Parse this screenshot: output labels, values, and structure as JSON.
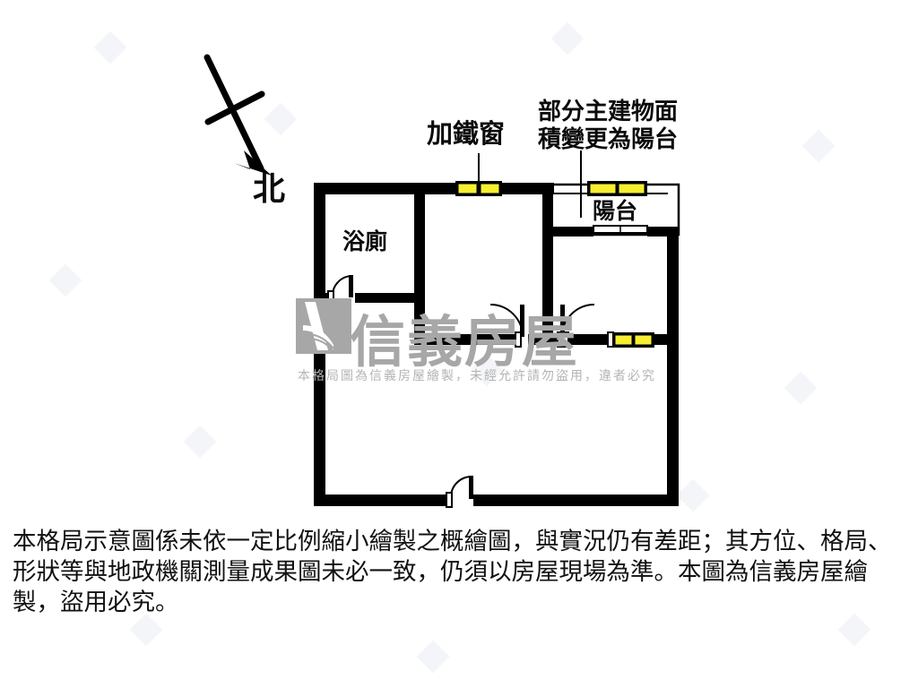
{
  "document": {
    "type": "residential-floor-plan",
    "orientation_marker": "北"
  },
  "compass": {
    "label": "北",
    "icon": "north-arrow-icon"
  },
  "annotations": {
    "iron_window": "加鐵窗",
    "balcony_conversion_note": "部分主建物面\n積變更為陽台"
  },
  "rooms": [
    {
      "name": "浴廁",
      "key": "bathroom"
    },
    {
      "name": "陽台",
      "key": "balcony"
    }
  ],
  "room_labels": {
    "bathroom": "浴廁",
    "balcony": "陽台"
  },
  "watermark": {
    "wordmark": "信義房屋",
    "subtext": "本格局圖為信義房屋繪製，未經允許請勿盜用，違者必究",
    "logo_icon": "sinyi-logo-icon"
  },
  "disclaimer": {
    "text": "本格局示意圖係未依一定比例縮小繪製之概繪圖，與實況仍有差距；其方位、格局、形狀等與地政機關測量成果圖未必一致，仍須以房屋現場為準。本圖為信義房屋繪製，盜用必究。"
  },
  "colors": {
    "wall": "#000000",
    "window_fill": "#f5ee31",
    "window_stroke": "#000000",
    "background": "#ffffff",
    "text": "#111111",
    "watermark_gray": "#a7a7a7",
    "watermark_sub_gray": "#b4b4b4"
  },
  "elements": {
    "windows": [
      {
        "name": "window-top-left",
        "label": "加鐵窗"
      },
      {
        "name": "window-balcony-top",
        "label": "部分主建物面積變更為陽台"
      },
      {
        "name": "window-right-mid",
        "label": ""
      }
    ],
    "doors": [
      {
        "name": "door-bathroom"
      },
      {
        "name": "door-interior-left"
      },
      {
        "name": "door-interior-right"
      },
      {
        "name": "door-main-entrance"
      },
      {
        "name": "door-balcony"
      }
    ]
  }
}
